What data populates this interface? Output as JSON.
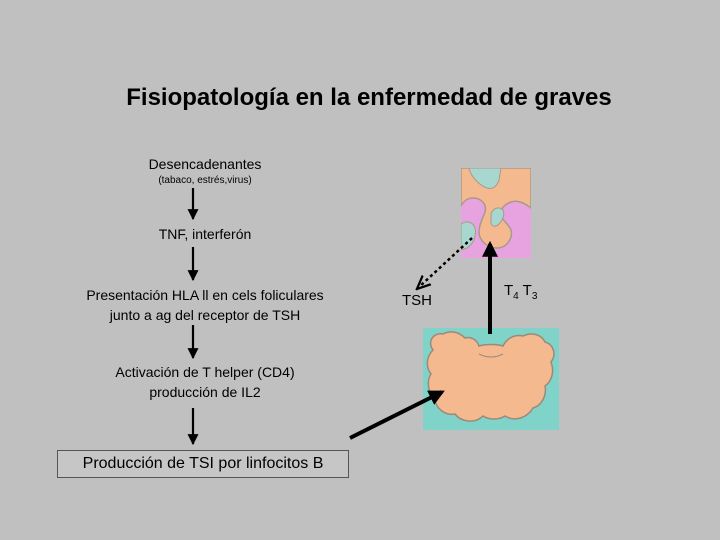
{
  "title": "Fisiopatología en la enfermedad de graves",
  "steps": {
    "triggers": "Desencadenantes",
    "triggers_examples": "(tabaco, estrés,virus)",
    "cytokines": "TNF, interferón",
    "hla_line1": "Presentación HLA ll en cels foliculares",
    "hla_line2": "junto a ag del receptor de TSH",
    "activation_line1": "Activación de T helper (CD4)",
    "activation_line2": "producción de IL2",
    "final": "Producción de TSI por linfocitos B"
  },
  "labels": {
    "tsh": "TSH",
    "t4": "T",
    "t4_sub": "4",
    "t3": "T",
    "t3_sub": "3"
  },
  "colors": {
    "background": "#c0c0c0",
    "pituitary_bg": "#e7a3e0",
    "gland_tissue": "#f5b98f",
    "gland_outline": "#a89a8a",
    "pituitary_cavity": "#a7d7cf",
    "thyroid_bg": "#7fd3c9"
  }
}
